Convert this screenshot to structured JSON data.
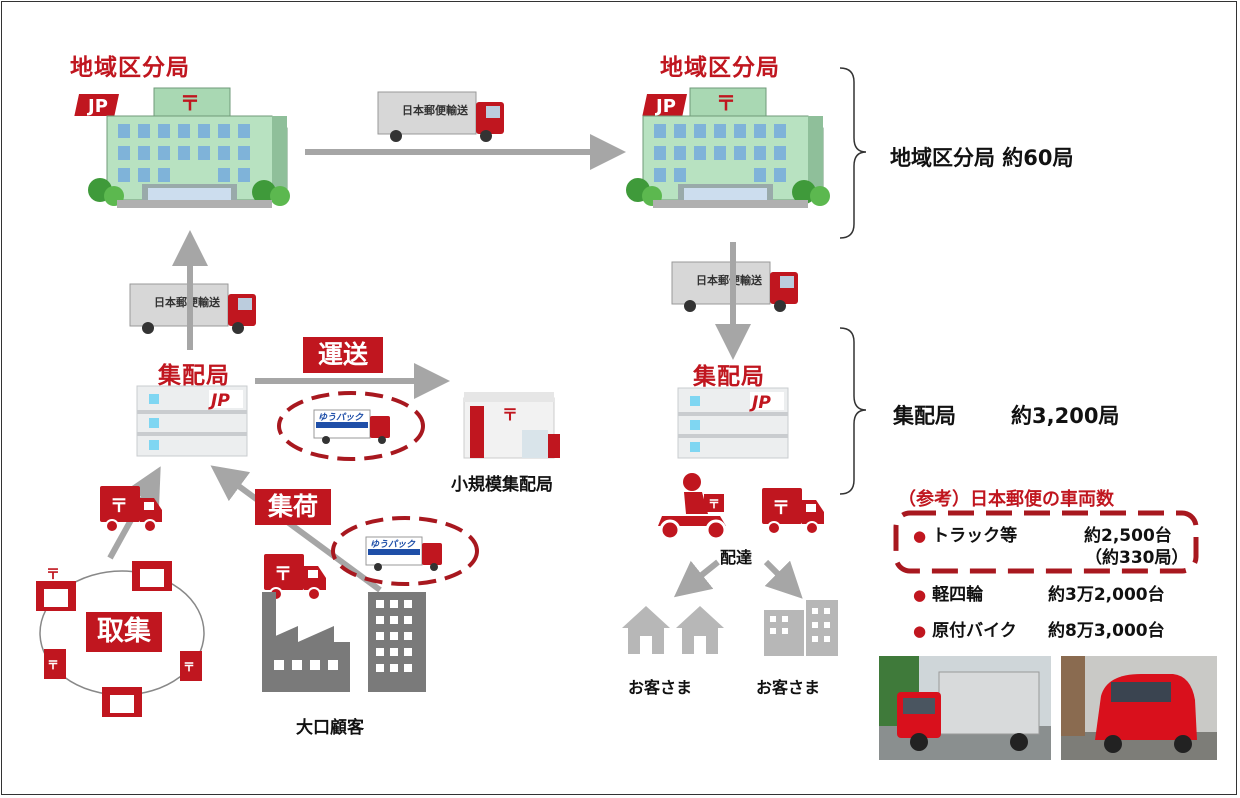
{
  "regional": {
    "left_title": "地域区分局",
    "right_title": "地域区分局",
    "count_label": "地域区分局 約60局"
  },
  "collection": {
    "left_title": "集配局",
    "right_title": "集配局",
    "count_label": "集配局",
    "count_value": "約3,200局",
    "small_office": "小規模集配局",
    "transport": "運送",
    "pickup": "集荷",
    "collect": "取集",
    "large_customer": "大口顧客",
    "delivery": "配達",
    "customer_1": "お客さま",
    "customer_2": "お客さま"
  },
  "truck_text": "日本郵便輸送",
  "yupack_text": "ゆうパック",
  "reference": {
    "title": "（参考）日本郵便の車両数",
    "items": [
      {
        "name": "トラック等",
        "value": "約2,500台",
        "sub": "（約330局）"
      },
      {
        "name": "軽四輪",
        "value": "約3万2,000台"
      },
      {
        "name": "原付バイク",
        "value": "約8万3,000台"
      }
    ]
  },
  "colors": {
    "brand_red": "#c0161f",
    "arrow_gray": "#a6a6a6",
    "building_green": "#9fd3a8"
  },
  "icons": [
    "jp-logo-icon",
    "post-office-building-icon",
    "truck-icon",
    "mailbox-icon",
    "scooter-icon",
    "house-icon",
    "factory-icon",
    "office-building-icon"
  ]
}
